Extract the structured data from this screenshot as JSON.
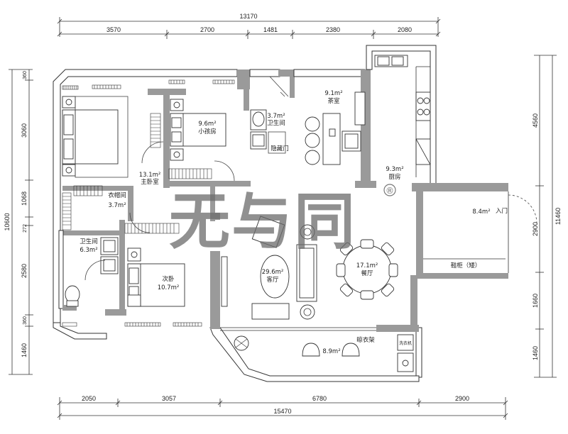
{
  "dimensions": {
    "top_total": "13170",
    "top_segments": [
      "3570",
      "2700",
      "1481",
      "2380",
      "2080"
    ],
    "bottom_total": "15470",
    "bottom_segments": [
      "2050",
      "3057",
      "6780",
      "2900"
    ],
    "left_total": "10600",
    "left_segments": [
      "360",
      "3060",
      "1068",
      "272",
      "2580",
      "360",
      "1460"
    ],
    "right_total": "11460",
    "right_segments": [
      "4560",
      "2900",
      "1660",
      "1460"
    ]
  },
  "rooms": {
    "tea_room": {
      "area": "9.1m²",
      "name": "茶室"
    },
    "small_bedroom": {
      "area": "9.6m²",
      "name": "小孩房"
    },
    "bathroom_top": {
      "area": "3.7m²",
      "name": "卫生间"
    },
    "hidden_door": {
      "name": "隐藏门"
    },
    "master_bedroom": {
      "area": "13.1m²",
      "name": "主卧室"
    },
    "cloakroom": {
      "name": "衣帽间",
      "area": "3.7m²"
    },
    "kitchen": {
      "area": "9.3m²",
      "name": "厨房"
    },
    "entrance": {
      "area": "8.4m²",
      "name": "入门"
    },
    "shoe_cabinet": {
      "name": "鞋柜（矮）"
    },
    "bathroom_left": {
      "name": "卫生间",
      "area": "6.3m²"
    },
    "second_bedroom": {
      "name": "次卧",
      "area": "10.7m²"
    },
    "living_room": {
      "area": "29.6m²",
      "name": "客厅"
    },
    "dining_room": {
      "area": "17.1m²",
      "name": "餐厅"
    },
    "drying_rack": {
      "name": "晾衣架"
    },
    "balcony": {
      "area": "8.9m²"
    },
    "washer": {
      "name": "洗衣机"
    }
  },
  "watermark": {
    "text": "无与同",
    "mark": "®"
  }
}
